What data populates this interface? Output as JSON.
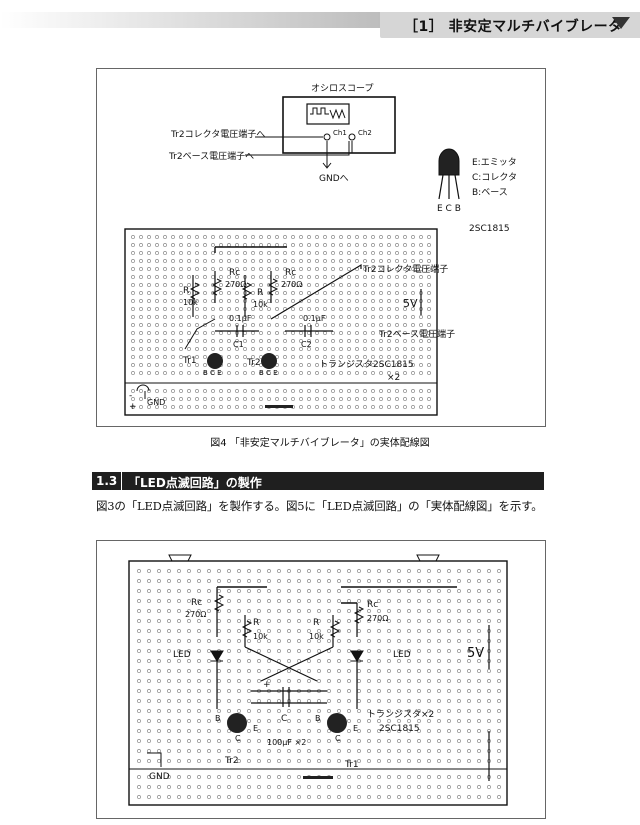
{
  "header": {
    "title": "［1］ 非安定マルチバイブレータ"
  },
  "fig4": {
    "scope_label": "オシロスコープ",
    "ch1": "Ch1",
    "ch2": "Ch2",
    "probe_collector": "Tr2コレクタ電圧端子へ",
    "probe_base": "Tr2ベース電圧端子へ",
    "gnd_to": "GNDへ",
    "pin_e": "E:エミッタ",
    "pin_c": "C:コレクタ",
    "pin_b": "B:ベース",
    "pins_ecb": "E C B",
    "part_no": "2SC1815",
    "rc1": "Rc",
    "rc1_val": "270Ω",
    "rc2": "Rc",
    "rc2_val": "270Ω",
    "r1": "R",
    "r1_val": "10k",
    "r2": "R",
    "r2_val": "10k",
    "c1_val": "0.1μF",
    "c1": "C1",
    "c2_val": "0.1μF",
    "c2": "C2",
    "tr2_collector_term": "Tr2コレクタ電圧端子",
    "tr2_base_term": "Tr2ベース電圧端子",
    "v5": "5V",
    "tr1": "Tr1",
    "tr2": "Tr2",
    "bce": "B C E",
    "transistor_label": "トランジスタ2SC1815",
    "x2": "×2",
    "minus": "-",
    "plus": "+",
    "gnd": "GND"
  },
  "fig4_caption": "図4 「非安定マルチバイブレータ」の実体配線図",
  "section": {
    "number": "1.3",
    "title": "「LED点滅回路」の製作",
    "body": "図3の「LED点滅回路」を製作する。図5に「LED点滅回路」の「実体配線図」を示す。"
  },
  "fig5": {
    "rc1": "Rc",
    "rc1_val": "270Ω",
    "rc2": "Rc",
    "rc2_val": "270Ω",
    "r1": "R",
    "r1_val": "10k",
    "r2": "R",
    "r2_val": "10k",
    "led1": "LED",
    "led2": "LED",
    "v5": "5V",
    "plus": "+",
    "c": "C",
    "cap_val": "100μF ×2",
    "transistor_label": "トランジスタ×2",
    "part_no": "2SC1815",
    "b": "B",
    "cpin": "C",
    "e": "E",
    "gnd": "GND",
    "tr2": "Tr2",
    "tr1": "Tr1"
  }
}
